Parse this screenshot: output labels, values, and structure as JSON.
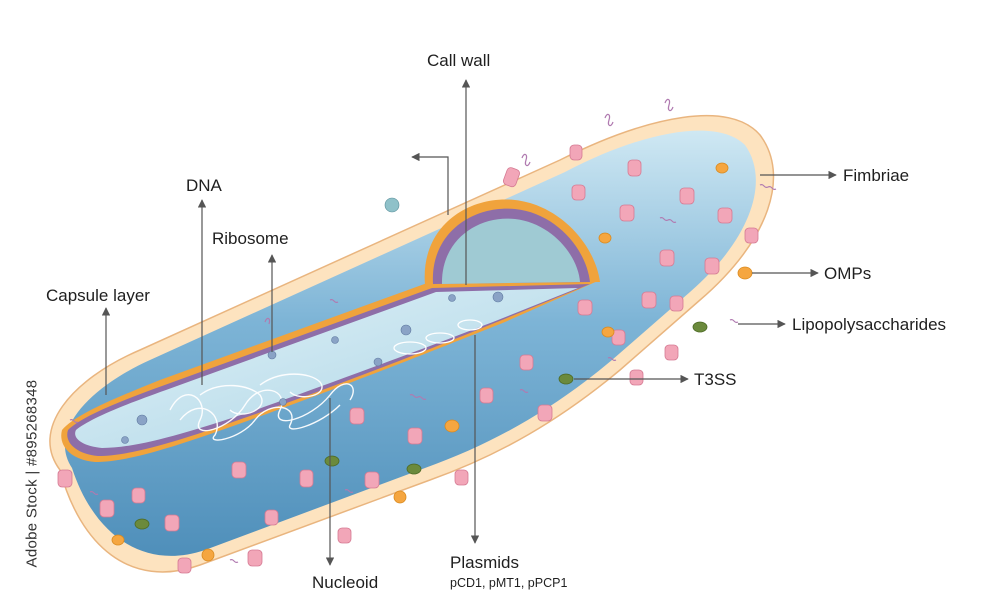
{
  "labels": {
    "cell_wall": "Call wall",
    "dna": "DNA",
    "ribosome": "Ribosome",
    "capsule_layer": "Capsule layer",
    "fimbriae": "Fimbriae",
    "omps": "OMPs",
    "lipopolysaccharides": "Lipopolysaccharides",
    "t3ss": "T3SS",
    "nucleoid": "Nucleoid",
    "plasmids": "Plasmids",
    "plasmids_list": "pCD1, pMT1, pPCP1"
  },
  "watermark": {
    "text": "Adobe Stock | #895268348"
  },
  "colors": {
    "capsule": "#fde3bf",
    "capsule_edge": "#e9b57f",
    "body": "#6fa8cf",
    "body_light": "#cfe8f3",
    "membrane_orange": "#f0a33c",
    "membrane_purple": "#8e6ea8",
    "cytoplasm": "#bfe0ec",
    "pink_protein": "#f2a6b8",
    "omp": "#f5a640",
    "t3ss": "#6b8a3c",
    "arrow": "#555555"
  }
}
